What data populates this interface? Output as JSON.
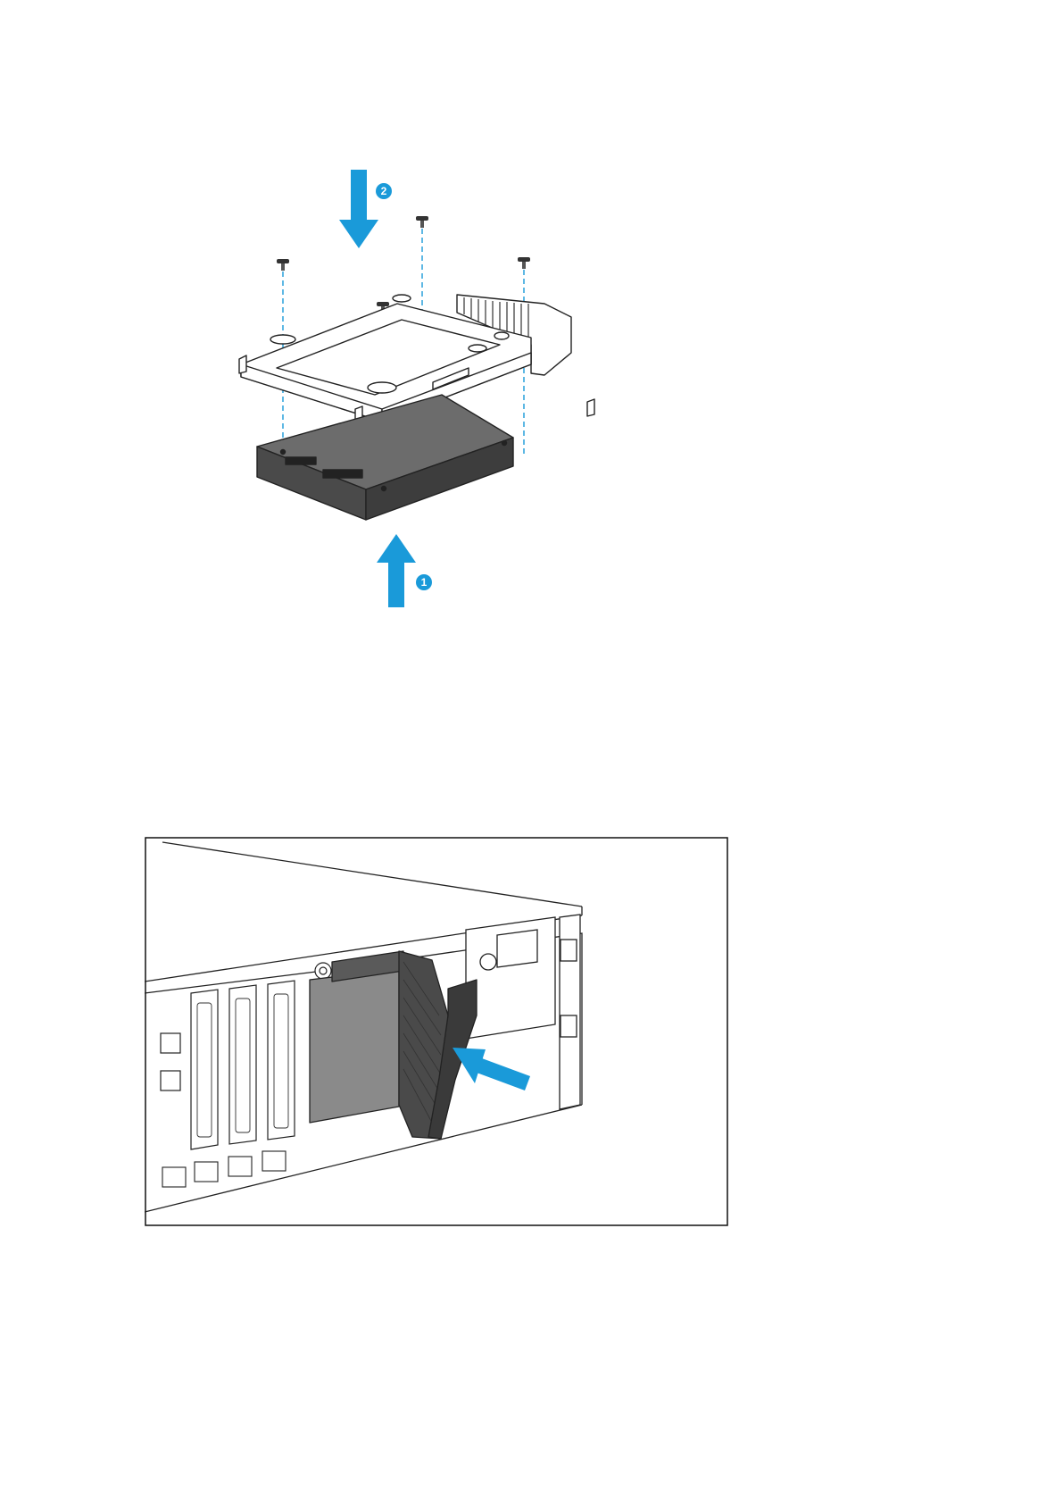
{
  "figures": [
    {
      "id": "drive-tray-assembly",
      "steps": [
        {
          "number": "1",
          "direction": "up",
          "icon": "arrow-up-icon"
        },
        {
          "number": "2",
          "direction": "down",
          "icon": "arrow-down-icon"
        }
      ],
      "screws": 4
    },
    {
      "id": "drive-bay-insertion",
      "arrow_icon": "arrow-left-icon",
      "pcie_slots": 3
    }
  ],
  "colors": {
    "accent": "#1a9ad9",
    "line": "#222222",
    "drive_dark": "#4a4a4a",
    "drive_top": "#6c6c6c",
    "bracket_fill": "#ffffff",
    "frame": "#111111"
  }
}
